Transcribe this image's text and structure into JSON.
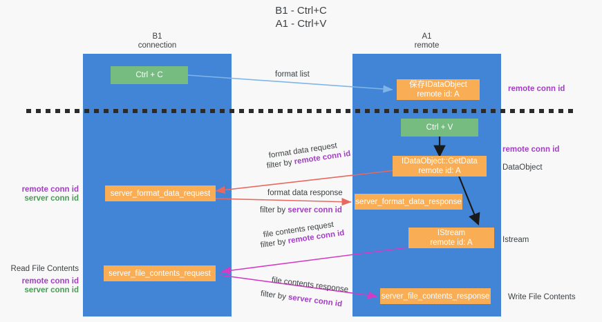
{
  "title": {
    "line1": "B1 - Ctrl+C",
    "line2": "A1 - Ctrl+V"
  },
  "lanes": [
    {
      "id": "b1",
      "name": "B1",
      "role": "connection"
    },
    {
      "id": "a1",
      "name": "A1",
      "role": "remote"
    }
  ],
  "boxes": {
    "ctrl_c": {
      "line1": "Ctrl + C",
      "line2": ""
    },
    "save_idataobject": {
      "line1": "保存IDataObject",
      "line2": "remote id: A"
    },
    "ctrl_v": {
      "line1": "Ctrl + V",
      "line2": ""
    },
    "idataobject_getdata": {
      "line1": "IDataObject::GetData",
      "line2": "remote id: A"
    },
    "server_format_data_request": {
      "line1": "server_format_data_request",
      "line2": ""
    },
    "server_format_data_response": {
      "line1": "server_format_data_response",
      "line2": ""
    },
    "istream": {
      "line1": "IStream",
      "line2": "remote id: A"
    },
    "server_file_contents_request": {
      "line1": "server_file_contents_request",
      "line2": ""
    },
    "server_file_contents_response": {
      "line1": "server_file_contents_response",
      "line2": ""
    }
  },
  "edge_labels": {
    "format_list": "format list",
    "format_data_request": "format data request",
    "format_data_request_filter_prefix": "filter by ",
    "format_data_request_filter_key": "remote conn id",
    "format_data_response": "format data response",
    "format_data_response_filter_prefix": "filter by ",
    "format_data_response_filter_key": "server conn id",
    "file_contents_request": "file contents request",
    "file_contents_request_filter_prefix": "filter by ",
    "file_contents_request_filter_key": "remote conn id",
    "file_contents_response": "file contents response",
    "file_contents_response_filter_prefix": "filter by ",
    "file_contents_response_filter_key": "server conn id"
  },
  "annotations": {
    "right_remote_conn_id_top": "remote conn id",
    "right_remote_conn_id_mid": "remote conn id",
    "right_dataobject": "DataObject",
    "right_istream": "Istream",
    "right_write_file_contents": "Write File Contents",
    "left_remote_conn_id_mid": "remote conn id",
    "left_server_conn_id_mid": "server conn id",
    "left_read_file_contents": "Read File Contents",
    "left_remote_conn_id_low": "remote conn id",
    "left_server_conn_id_low": "server conn id"
  },
  "colors": {
    "lane": "#4285d6",
    "box_green": "#76bb7f",
    "box_orange": "#f9ad54",
    "arrow_light_blue": "#7fb5e8",
    "arrow_red": "#e8685f",
    "arrow_magenta": "#d43bc4",
    "arrow_black": "#1a1a1a",
    "key_purple": "#a33ec4",
    "key_green": "#4c9a57"
  }
}
